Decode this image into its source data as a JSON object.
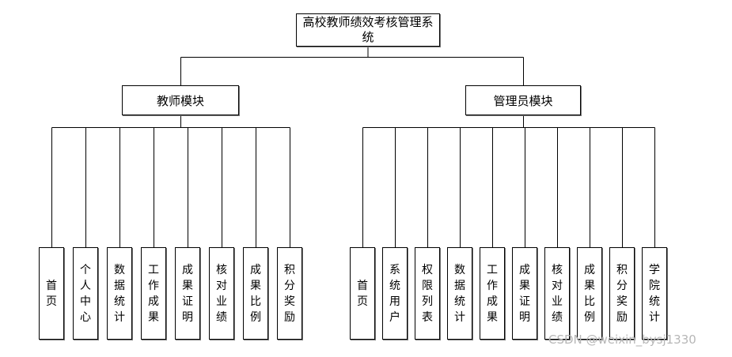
{
  "root": {
    "label": "高校教师绩效考核管理系统"
  },
  "modules": [
    {
      "label": "教师模块",
      "children": [
        "首页",
        "个人中心",
        "数据统计",
        "工作成果",
        "成果证明",
        "核对业绩",
        "成果比例",
        "积分奖励"
      ]
    },
    {
      "label": "管理员模块",
      "children": [
        "首页",
        "系统用户",
        "权限列表",
        "数据统计",
        "工作成果",
        "成果证明",
        "核对业绩",
        "成果比例",
        "积分奖励",
        "学院统计"
      ]
    }
  ],
  "watermark": "CSDN @weixin_bysj1330",
  "colors": {
    "line": "#000000",
    "box_border": "#000000",
    "watermark": "#b7b7b7"
  }
}
